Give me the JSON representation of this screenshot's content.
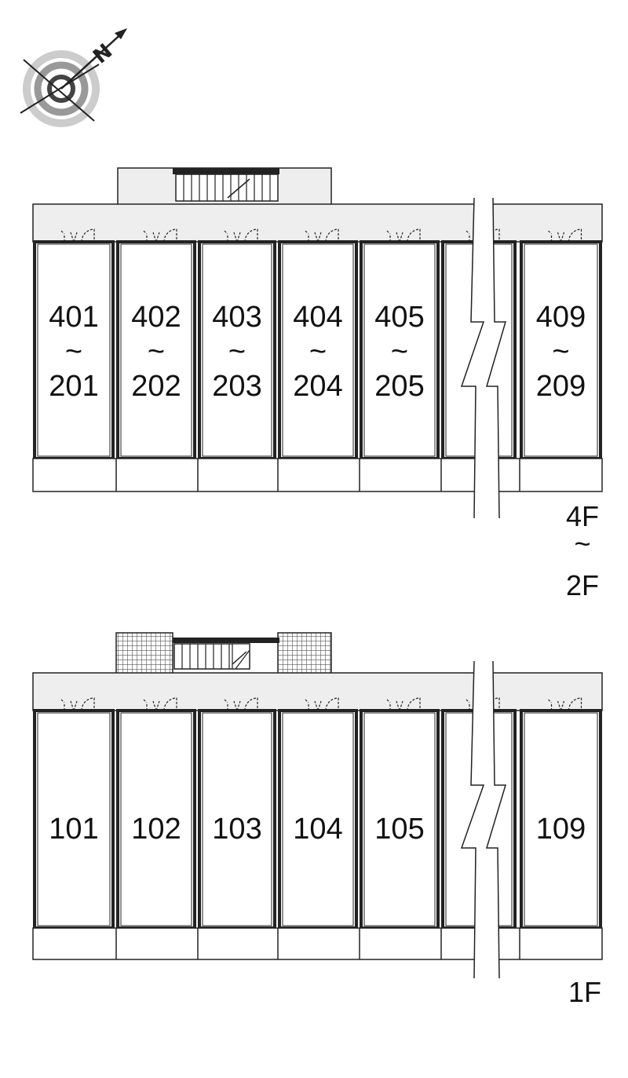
{
  "compass": {
    "north_letter": "N",
    "icon": "compass-icon"
  },
  "upper_plan": {
    "floor_label": [
      "4F",
      "~",
      "2F"
    ],
    "units": [
      {
        "top": "401",
        "sep": "~",
        "bottom": "201"
      },
      {
        "top": "402",
        "sep": "~",
        "bottom": "202"
      },
      {
        "top": "403",
        "sep": "~",
        "bottom": "203"
      },
      {
        "top": "404",
        "sep": "~",
        "bottom": "204"
      },
      {
        "top": "405",
        "sep": "~",
        "bottom": "205"
      },
      {
        "top": "",
        "sep": "",
        "bottom": ""
      },
      {
        "top": "409",
        "sep": "~",
        "bottom": "209"
      }
    ]
  },
  "lower_plan": {
    "floor_label": [
      "1F"
    ],
    "units": [
      {
        "number": "101"
      },
      {
        "number": "102"
      },
      {
        "number": "103"
      },
      {
        "number": "104"
      },
      {
        "number": "105"
      },
      {
        "number": ""
      },
      {
        "number": "109"
      }
    ]
  },
  "colors": {
    "corridor": "#eeeeee",
    "outline": "#222222",
    "tile": "#555555"
  }
}
